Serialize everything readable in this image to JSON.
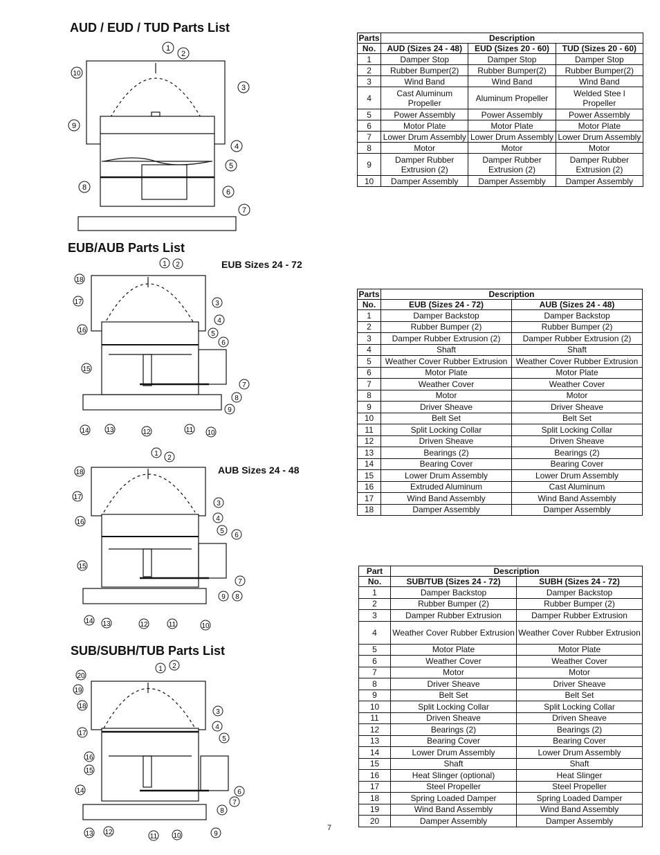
{
  "headings": {
    "aud": "AUD / EUD / TUD Parts List",
    "eubaub": "EUB/AUB Parts List",
    "sub": "SUB/SUBH/TUB Parts List"
  },
  "subheads": {
    "eub": "EUB Sizes 24 - 72",
    "aub": "AUB Sizes 24 - 48"
  },
  "page_number": "7",
  "table1": {
    "head1": [
      "Parts",
      "Description"
    ],
    "head2": [
      "No.",
      "AUD (Sizes 24 - 48)",
      "EUD (Sizes 20 - 60)",
      "TUD (Sizes 20 - 60)"
    ],
    "rows": [
      [
        "1",
        "Damper Stop",
        "Damper Stop",
        "Damper Stop"
      ],
      [
        "2",
        "Rubber Bumper(2)",
        "Rubber Bumper(2)",
        "Rubber Bumper(2)"
      ],
      [
        "3",
        "Wind Band",
        "Wind Band",
        "Wind Band"
      ],
      [
        "4",
        "Cast Aluminum Propeller",
        "Aluminum Propeller",
        "Welded Stee l Propeller"
      ],
      [
        "5",
        "Power Assembly",
        "Power Assembly",
        "Power Assembly"
      ],
      [
        "6",
        "Motor Plate",
        "Motor Plate",
        "Motor Plate"
      ],
      [
        "7",
        "Lower Drum Assembly",
        "Lower Drum Assembly",
        "Lower Drum Assembly"
      ],
      [
        "8",
        "Motor",
        "Motor",
        "Motor"
      ],
      [
        "9",
        "Damper Rubber Extrusion (2)",
        "Damper Rubber Extrusion (2)",
        "Damper Rubber Extrusion (2)"
      ],
      [
        "10",
        "Damper Assembly",
        "Damper Assembly",
        "Damper Assembly"
      ]
    ]
  },
  "table2": {
    "head1": [
      "Parts",
      "Description"
    ],
    "head2": [
      "No.",
      "EUB (Sizes 24 - 72)",
      "AUB (Sizes 24 - 48)"
    ],
    "rows": [
      [
        "1",
        "Damper Backstop",
        "Damper Backstop"
      ],
      [
        "2",
        "Rubber Bumper (2)",
        "Rubber Bumper (2)"
      ],
      [
        "3",
        "Damper Rubber Extrusion (2)",
        "Damper Rubber Extrusion (2)"
      ],
      [
        "4",
        "Shaft",
        "Shaft"
      ],
      [
        "5",
        "Weather Cover Rubber Extrusion",
        "Weather Cover Rubber Extrusion"
      ],
      [
        "6",
        "Motor Plate",
        "Motor Plate"
      ],
      [
        "7",
        "Weather Cover",
        "Weather Cover"
      ],
      [
        "8",
        "Motor",
        "Motor"
      ],
      [
        "9",
        "Driver Sheave",
        "Driver Sheave"
      ],
      [
        "10",
        "Belt Set",
        "Belt Set"
      ],
      [
        "11",
        "Split Locking Collar",
        "Split Locking Collar"
      ],
      [
        "12",
        "Driven Sheave",
        "Driven Sheave"
      ],
      [
        "13",
        "Bearings (2)",
        "Bearings (2)"
      ],
      [
        "14",
        "Bearing Cover",
        "Bearing Cover"
      ],
      [
        "15",
        "Lower Drum Assembly",
        "Lower Drum Assembly"
      ],
      [
        "16",
        "Extruded Aluminum",
        "Cast Aluminum"
      ],
      [
        "17",
        "Wind Band Assembly",
        "Wind Band Assembly"
      ],
      [
        "18",
        "Damper Assembly",
        "Damper Assembly"
      ]
    ]
  },
  "table3": {
    "head1": [
      "Part",
      "Description"
    ],
    "head2": [
      "No.",
      "SUB/TUB (Sizes 24 - 72)",
      "SUBH (Sizes 24 - 72)"
    ],
    "rows": [
      [
        "1",
        "Damper Backstop",
        "Damper Backstop"
      ],
      [
        "2",
        "Rubber Bumper (2)",
        "Rubber Bumper (2)"
      ],
      [
        "3",
        "Damper Rubber Extrusion",
        "Damper Rubber Extrusion"
      ],
      [
        "4",
        "Weather Cover Rubber Extrusion",
        "Weather Cover Rubber Extrusion"
      ],
      [
        "5",
        "Motor Plate",
        "Motor Plate"
      ],
      [
        "6",
        "Weather Cover",
        "Weather Cover"
      ],
      [
        "7",
        "Motor",
        "Motor"
      ],
      [
        "8",
        "Driver Sheave",
        "Driver Sheave"
      ],
      [
        "9",
        "Belt Set",
        "Belt Set"
      ],
      [
        "10",
        "Split Locking Collar",
        "Split Locking Collar"
      ],
      [
        "11",
        "Driven Sheave",
        "Driven Sheave"
      ],
      [
        "12",
        "Bearings (2)",
        "Bearings (2)"
      ],
      [
        "13",
        "Bearing Cover",
        "Bearing Cover"
      ],
      [
        "14",
        "Lower Drum Assembly",
        "Lower Drum Assembly"
      ],
      [
        "15",
        "Shaft",
        "Shaft"
      ],
      [
        "16",
        "Heat Slinger (optional)",
        "Heat Slinger"
      ],
      [
        "17",
        "Steel Propeller",
        "Steel Propeller"
      ],
      [
        "18",
        "Spring Loaded Damper",
        "Spring Loaded Damper"
      ],
      [
        "19",
        "Wind Band Assembly",
        "Wind Band Assembly"
      ],
      [
        "20",
        "Damper Assembly",
        "Damper Assembly"
      ]
    ]
  },
  "callouts": {
    "aud": [
      "1",
      "2",
      "3",
      "4",
      "5",
      "6",
      "7",
      "8",
      "9",
      "10"
    ],
    "eub": [
      "1",
      "2",
      "3",
      "4",
      "5",
      "6",
      "7",
      "8",
      "9",
      "10",
      "11",
      "12",
      "13",
      "14",
      "15",
      "16",
      "17",
      "18"
    ],
    "aub": [
      "1",
      "2",
      "3",
      "4",
      "5",
      "6",
      "7",
      "8",
      "9",
      "10",
      "11",
      "12",
      "13",
      "14",
      "15",
      "16",
      "17",
      "18"
    ],
    "sub": [
      "1",
      "2",
      "3",
      "4",
      "5",
      "6",
      "7",
      "8",
      "9",
      "10",
      "11",
      "12",
      "13",
      "14",
      "15",
      "16",
      "17",
      "18",
      "19",
      "20"
    ]
  }
}
